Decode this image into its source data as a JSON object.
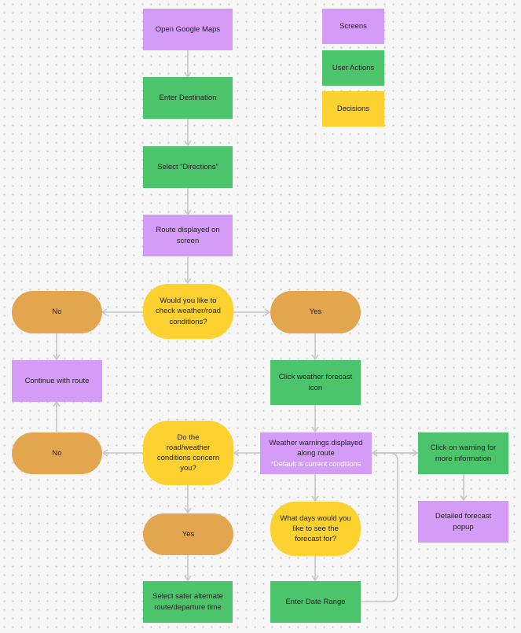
{
  "legend": {
    "screens": "Screens",
    "user_actions": "User Actions",
    "decisions": "Decisions"
  },
  "colors": {
    "screen": "#d59cf7",
    "user_action": "#4cc46c",
    "decision": "#fdd130",
    "answer": "#e3a64e",
    "connector": "#c6c6c6"
  },
  "nodes": {
    "open_maps": "Open Google Maps",
    "enter_destination": "Enter Destination",
    "select_directions": "Select “Directions”",
    "route_displayed": "Route displayed on screen",
    "check_conditions": "Would you like to check weather/road conditions?",
    "answer_no_1": "No",
    "answer_yes_1": "Yes",
    "continue_route": "Continue with route",
    "click_forecast_icon": "Click weather forecast icon",
    "weather_warnings": "Weather warnings displayed along route",
    "weather_warnings_note": "*Default is current conditions",
    "conditions_concern": "Do the road/weather conditions concern you?",
    "answer_no_2": "No",
    "click_warning": "Click on warning for more information",
    "detailed_popup": "Detailed forecast popup",
    "which_days": "What days would you like to see the forecast for?",
    "answer_yes_2": "Yes",
    "select_safer": "Select safer alternate route/departure time",
    "enter_date_range": "Enter Date Range"
  }
}
